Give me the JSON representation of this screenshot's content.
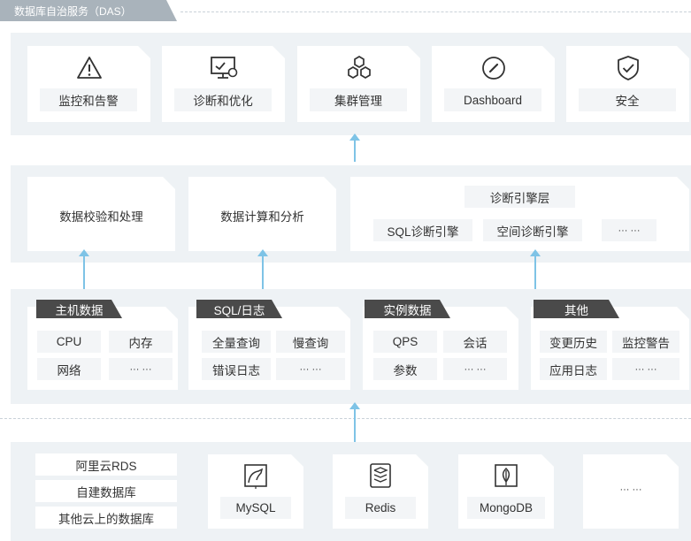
{
  "title_tab": "数据库自治服务（DAS）",
  "top_layer": {
    "items": [
      {
        "label": "监控和告警",
        "icon": "warning-icon"
      },
      {
        "label": "诊断和优化",
        "icon": "monitor-diagnose-icon"
      },
      {
        "label": "集群管理",
        "icon": "cluster-hexagon-icon"
      },
      {
        "label": "Dashboard",
        "icon": "gauge-icon"
      },
      {
        "label": "安全",
        "icon": "shield-check-icon"
      }
    ]
  },
  "middle_layer": {
    "data_check": "数据校验和处理",
    "data_compute": "数据计算和分析",
    "engine_title": "诊断引擎层",
    "engines": [
      "SQL诊断引擎",
      "空间诊断引擎",
      "··· ···"
    ]
  },
  "data_layer": {
    "groups": [
      {
        "header": "主机数据",
        "items": [
          "CPU",
          "内存",
          "网络",
          "··· ···"
        ]
      },
      {
        "header": "SQL/日志",
        "items": [
          "全量查询",
          "慢查询",
          "错误日志",
          "··· ···"
        ]
      },
      {
        "header": "实例数据",
        "items": [
          "QPS",
          "会话",
          "参数",
          "··· ···"
        ]
      },
      {
        "header": "其他",
        "items": [
          "变更历史",
          "监控警告",
          "应用日志",
          "··· ···"
        ]
      }
    ]
  },
  "source_layer": {
    "sources": [
      "阿里云RDS",
      "自建数据库",
      "其他云上的数据库"
    ],
    "databases": [
      {
        "label": "MySQL",
        "icon": "mysql-dolphin-icon"
      },
      {
        "label": "Redis",
        "icon": "redis-stack-icon"
      },
      {
        "label": "MongoDB",
        "icon": "mongodb-leaf-icon"
      }
    ],
    "more": "··· ···"
  },
  "colors": {
    "band": "#eef2f5",
    "pill": "#f3f5f7",
    "header": "#4a4a4a",
    "arrow": "#7ec3e6",
    "tab": "#a9b3bb"
  }
}
